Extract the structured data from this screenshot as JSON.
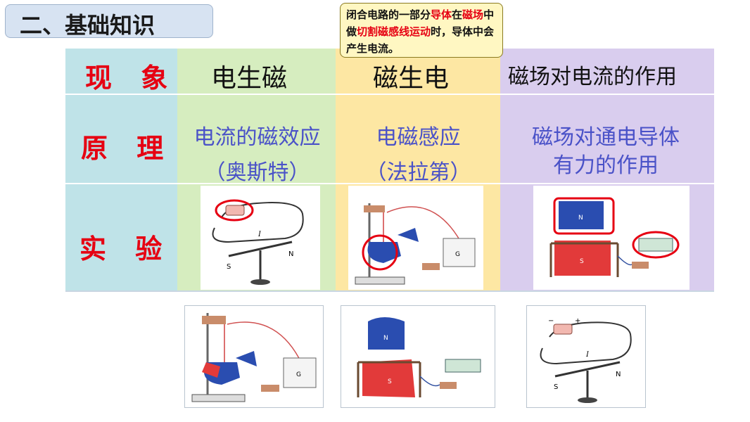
{
  "slide_title": "二、基础知识",
  "callout": {
    "p1": "闭合电路的一部分",
    "p2": "导体",
    "p3": "在",
    "p4": "磁场",
    "p5": "中做",
    "p6": "切割磁感线运动",
    "p7": "时，导体中会产生电流。"
  },
  "table": {
    "row_labels": [
      "现 象",
      "原 理",
      "实 验"
    ],
    "headers": [
      "电生磁",
      "磁生电",
      "磁场对电流的作用"
    ],
    "principles": [
      {
        "line1": "电流的磁效应",
        "line2": "（奥斯特）"
      },
      {
        "line1": "电磁感应",
        "line2": "（法拉第）"
      },
      {
        "line1": "磁场对通电导体",
        "line2": "有力的作用"
      }
    ]
  },
  "figure_labels": {
    "south": "S",
    "north": "N",
    "current": "I",
    "magnet_n": "N",
    "magnet_s": "S",
    "meter": "G",
    "minus": "−",
    "plus": "+"
  },
  "colors": {
    "accent_red": "#e60012",
    "principle_blue": "#4a52c8",
    "col0_bg": "#bfe3e8",
    "col1_bg": "#d6edbf",
    "col2_bg": "#fde7a3",
    "col3_bg": "#d9cdee"
  }
}
